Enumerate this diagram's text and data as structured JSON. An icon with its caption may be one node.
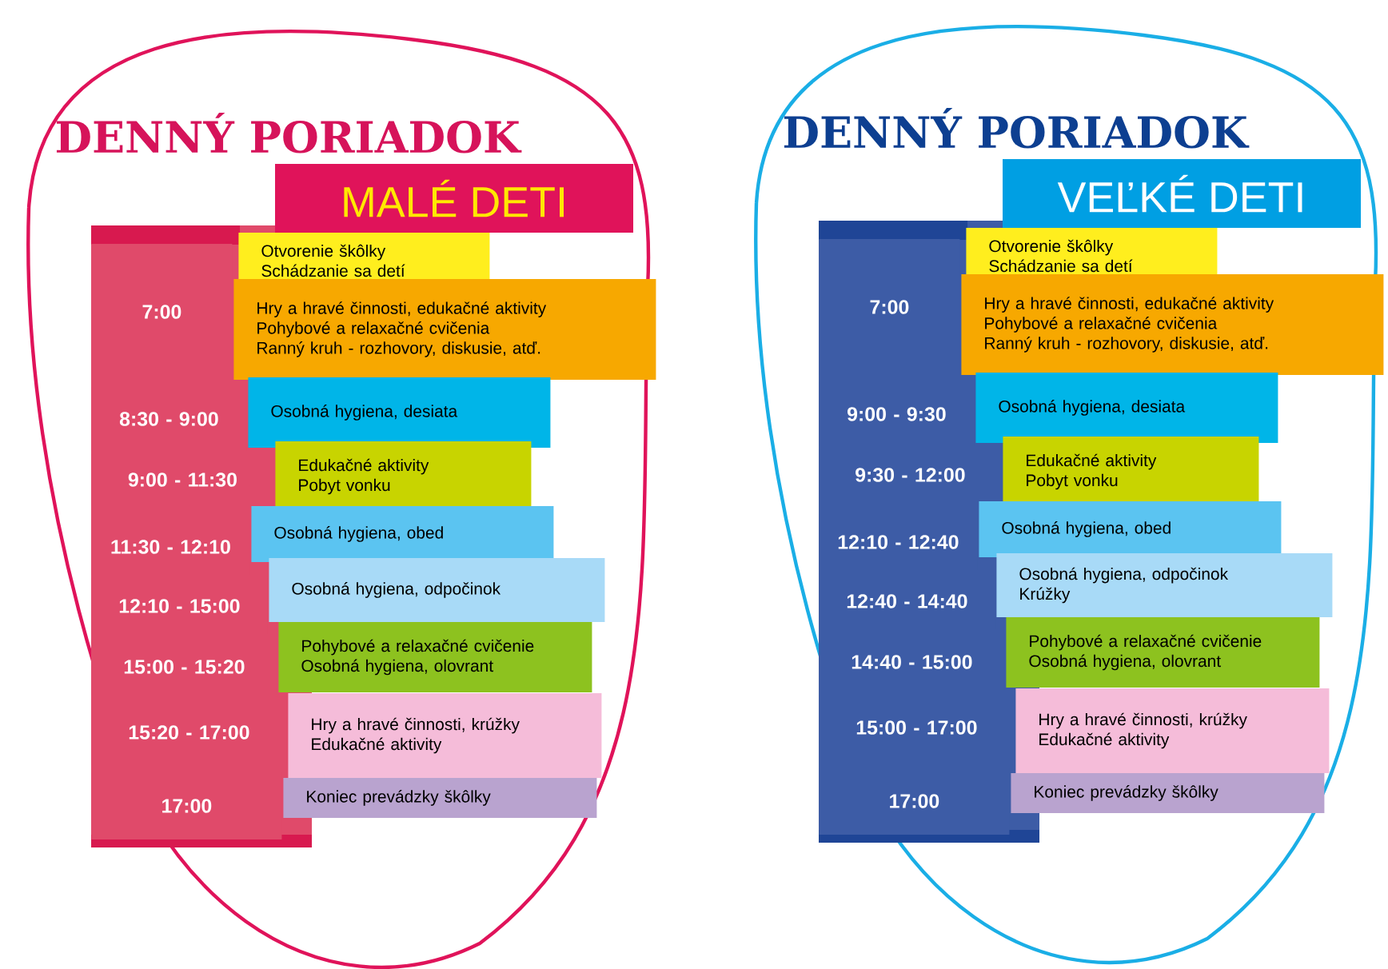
{
  "diagram": {
    "nodes": [
      {
        "text": [
          "MALÉ DETI"
        ]
      },
      {
        "text": [
          "7:00"
        ]
      },
      {
        "text": [
          "Otvorenie škôlky",
          "Schádzanie sa detí"
        ]
      },
      {
        "text": [
          "Hry a hravé činnosti, edukačné aktivity",
          "Pohybové a relaxačné cvičenia",
          "Ranný kruh - rozhovory, diskusie, atď."
        ]
      },
      {
        "text": [
          "8:30 - 9:00"
        ]
      },
      {
        "text": [
          "Osobná hygiena, desiata"
        ]
      },
      {
        "text": [
          "9:00 - 11:30"
        ]
      },
      {
        "text": [
          "Edukačné aktivity",
          "Pobyt vonku"
        ]
      },
      {
        "text": [
          "11:30 - 12:10"
        ]
      },
      {
        "text": [
          "Osobná hygiena, obed"
        ]
      },
      {
        "text": [
          "12:10 - 15:00"
        ]
      },
      {
        "text": [
          "Osobná hygiena, odpočinok"
        ]
      },
      {
        "text": [
          "15:00 - 15:20"
        ]
      },
      {
        "text": [
          "Pohybové a relaxačné cvičenie",
          "Osobná hygiena, olovrant"
        ]
      },
      {
        "text": [
          "15:20 - 17:00"
        ]
      },
      {
        "text": [
          "Hry a hravé činnosti, krúžky",
          "Edukačné aktivity"
        ]
      },
      {
        "text": [
          "17:00"
        ]
      },
      {
        "text": [
          "Koniec prevádzky škôlky"
        ]
      },
      {
        "text": [
          "VEĽKÉ DETI"
        ]
      },
      {
        "text": [
          "7:00"
        ]
      },
      {
        "text": [
          "Otvorenie škôlky",
          "Schádzanie sa detí"
        ]
      },
      {
        "text": [
          "Hry a hravé činnosti, edukačné aktivity",
          "Pohybové a relaxačné cvičenia",
          "Ranný kruh - rozhovory, diskusie, atď."
        ]
      },
      {
        "text": [
          "9:00 - 9:30"
        ]
      },
      {
        "text": [
          "Osobná hygiena, desiata"
        ]
      },
      {
        "text": [
          "9:30 - 12:00"
        ]
      },
      {
        "text": [
          "Edukačné aktivity",
          "Pobyt vonku"
        ]
      },
      {
        "text": [
          "12:10 - 12:40"
        ]
      },
      {
        "text": [
          "Osobná hygiena, obed"
        ]
      },
      {
        "text": [
          "12:40 - 14:40"
        ]
      },
      {
        "text": [
          "Osobná hygiena, odpočinok",
          "Krúžky"
        ]
      },
      {
        "text": [
          "14:40 - 15:00"
        ]
      },
      {
        "text": [
          "Pohybové a relaxačné cvičenie",
          "Osobná hygiena, olovrant"
        ]
      },
      {
        "text": [
          "15:00 - 17:00"
        ]
      },
      {
        "text": [
          "Hry a hravé činnosti, krúžky",
          "Edukačné aktivity"
        ]
      },
      {
        "text": [
          "17:00"
        ]
      },
      {
        "text": [
          "Koniec prevádzky škôlky"
        ]
      }
    ],
    "labels": [
      "DENNÝ PORIADOK",
      "DENNÝ PORIADOK"
    ]
  }
}
